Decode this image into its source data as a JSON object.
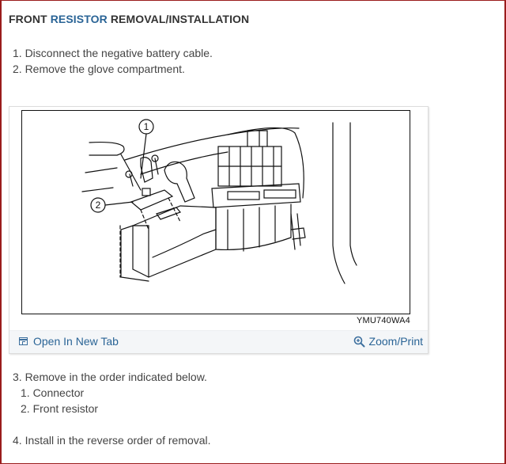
{
  "title": {
    "prefix": "FRONT ",
    "highlight": "RESISTOR",
    "suffix": " REMOVAL/INSTALLATION",
    "highlight_color": "#2a6496"
  },
  "steps_top": [
    "1. Disconnect the negative battery cable.",
    "2. Remove the glove compartment."
  ],
  "figure": {
    "code": "YMU740WA4",
    "callouts": [
      "1",
      "2"
    ],
    "open_new_tab": {
      "label": "Open In New Tab",
      "icon": "open-in-new-tab-icon"
    },
    "zoom_print": {
      "label": "Zoom/Print",
      "icon": "magnifier-plus-icon"
    },
    "link_color": "#2a6496"
  },
  "steps_bottom": {
    "step3": "3. Remove in the order indicated below.",
    "substeps": [
      "1. Connector",
      "2. Front resistor"
    ],
    "step4": "4. Install in the reverse order of removal."
  },
  "colors": {
    "page_border": "#9a1c1c",
    "footer_bg": "#f4f6f8"
  }
}
